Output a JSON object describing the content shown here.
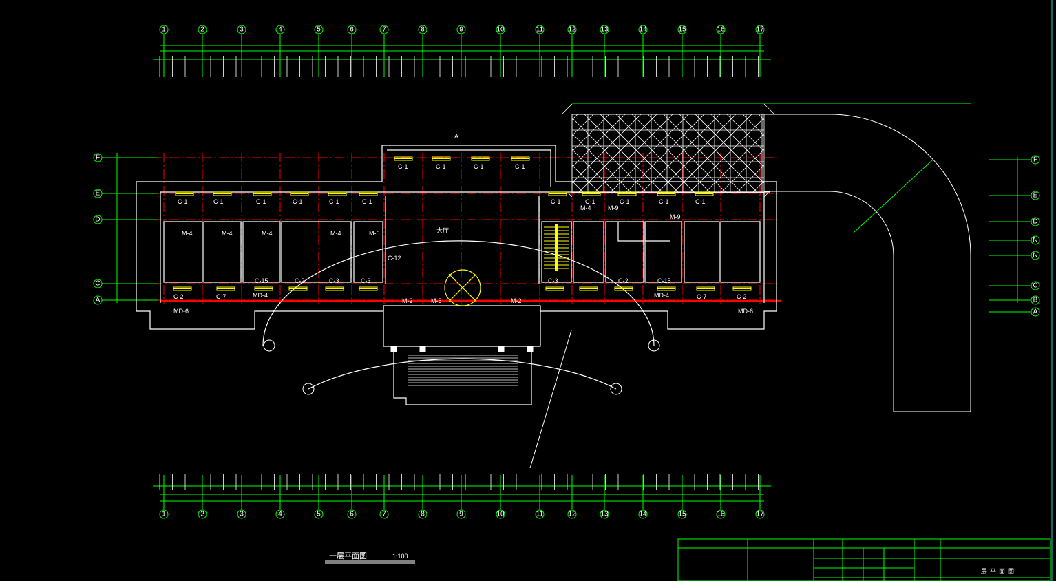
{
  "drawing": {
    "title": "一层平面图",
    "scale": "1:100",
    "colors": {
      "background": "#000000",
      "grid": "#ff0000",
      "wall": "#ffffff",
      "window": "#ffff00",
      "dimension": "#00ff00"
    }
  },
  "axes": {
    "numbered": [
      "1",
      "2",
      "3",
      "4",
      "5",
      "6",
      "7",
      "8",
      "9",
      "10",
      "11",
      "12",
      "13",
      "14",
      "15",
      "16",
      "17"
    ],
    "lettered_left": [
      "F",
      "E",
      "D",
      "C",
      "A"
    ],
    "lettered_right": [
      "F",
      "E",
      "D",
      "N",
      "N",
      "C",
      "B",
      "A"
    ]
  },
  "labels": {
    "hall": "大厅",
    "section_mark": "A",
    "windows_top": [
      "C-1",
      "C-1",
      "C-1",
      "C-1",
      "C-1",
      "C-1",
      "C-1",
      "C-1",
      "C-1",
      "C-1",
      "C-1",
      "C-1",
      "C-1",
      "C-1",
      "C-1"
    ],
    "doors": [
      "M-4",
      "M-4",
      "M-4",
      "M-4",
      "M-6",
      "M-4",
      "M-9",
      "M-9"
    ],
    "windows_bottom": [
      "C-2",
      "C-7",
      "C-15",
      "C-2",
      "C-3",
      "C-3",
      "C-12",
      "C-3",
      "C-2",
      "C-15",
      "C-7",
      "C-2"
    ],
    "entries": [
      "MD-6",
      "MD-4",
      "M-2",
      "M-5",
      "M-2",
      "MD-4",
      "MD-6"
    ]
  },
  "title_block": {
    "drawing_name": "一层平面图"
  }
}
